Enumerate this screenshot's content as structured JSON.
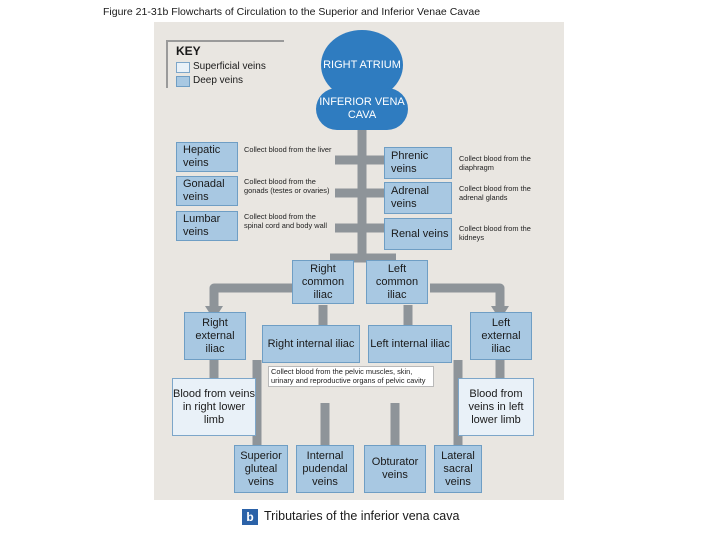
{
  "figure_title": "Figure 21-31b  Flowcharts of Circulation to the Superior and Inferior Venae Cavae",
  "key": {
    "title": "KEY",
    "superficial": "Superficial veins",
    "deep": "Deep veins",
    "superficial_color": "#e9f1f8",
    "deep_color": "#a8c8e2"
  },
  "nodes": {
    "right_atrium": "RIGHT ATRIUM",
    "ivc": "INFERIOR VENA CAVA",
    "hepatic": "Hepatic veins",
    "gonadal": "Gonadal veins",
    "lumbar": "Lumbar veins",
    "phrenic": "Phrenic veins",
    "adrenal": "Adrenal veins",
    "renal": "Renal veins",
    "right_common_iliac": "Right common iliac",
    "left_common_iliac": "Left common iliac",
    "right_external_iliac": "Right external iliac",
    "left_external_iliac": "Left external iliac",
    "right_internal_iliac": "Right internal iliac",
    "left_internal_iliac": "Left internal iliac",
    "blood_right_limb": "Blood from veins in right lower limb",
    "blood_left_limb": "Blood from veins in left lower limb",
    "superior_gluteal": "Superior gluteal veins",
    "internal_pudendal": "Internal pudendal veins",
    "obturator": "Obturator veins",
    "lateral_sacral": "Lateral sacral veins"
  },
  "notes": {
    "hepatic": "Collect blood from the liver",
    "gonadal": "Collect blood from the gonads (testes or ovaries)",
    "lumbar": "Collect blood from the spinal cord and body wall",
    "phrenic": "Collect blood from the diaphragm",
    "adrenal": "Collect blood from the adrenal glands",
    "renal": "Collect blood from the kidneys",
    "pelvic": "Collect blood from the pelvic muscles, skin, urinary and reproductive organs of pelvic cavity"
  },
  "caption": {
    "badge": "b",
    "text": "Tributaries of the inferior vena cava"
  },
  "colors": {
    "panel": "#e9e6e1",
    "pipe": "#8e9499",
    "circle": "#2f7cc0"
  }
}
